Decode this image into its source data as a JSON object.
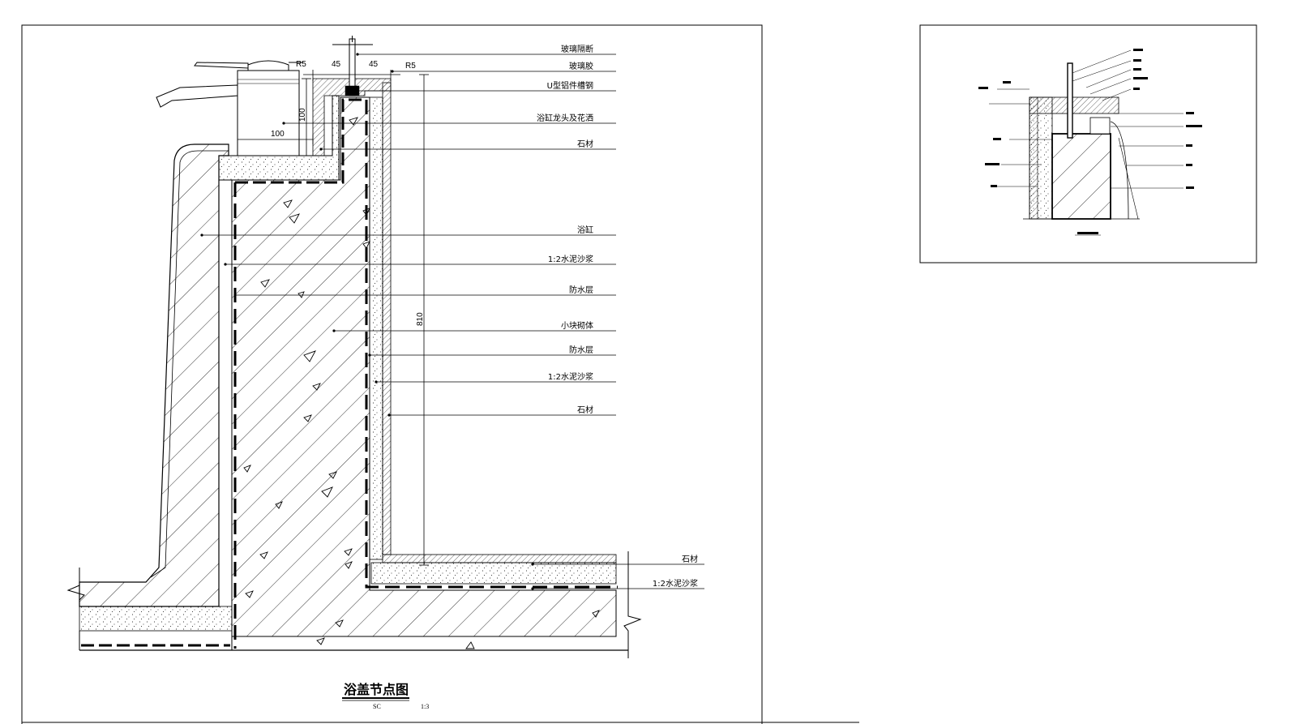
{
  "main_detail": {
    "callouts": [
      {
        "text": "玻璃隔断"
      },
      {
        "text": "玻璃胶"
      },
      {
        "text": "U型铝件槽钢"
      },
      {
        "text": "浴缸龙头及花洒"
      },
      {
        "text": "石材"
      },
      {
        "text": "浴缸"
      },
      {
        "text": "1:2水泥沙浆"
      },
      {
        "text": "防水层"
      },
      {
        "text": "小块砌体"
      },
      {
        "text": "防水层"
      },
      {
        "text": "1:2水泥沙浆"
      },
      {
        "text": "石材"
      }
    ],
    "floor_callouts": [
      {
        "text": "石材"
      },
      {
        "text": "1:2水泥沙浆"
      }
    ],
    "dims": {
      "r_left": "R5",
      "w_left": "45",
      "w_right": "45",
      "r_right": "R5",
      "h_100": "100",
      "w_100": "100",
      "h_810": "810"
    },
    "title": "浴盖节点图",
    "code": "SC",
    "scale": "1:3"
  }
}
